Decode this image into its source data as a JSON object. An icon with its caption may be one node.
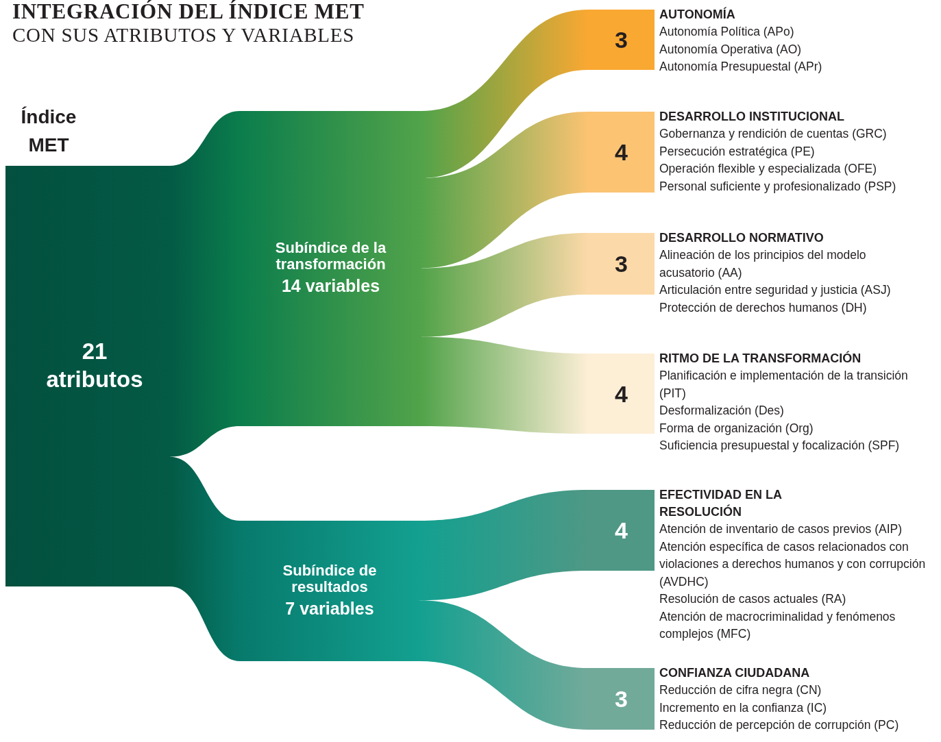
{
  "diagram": {
    "title": "INTEGRACIÓN DEL ÍNDICE MET",
    "nodes": [
      {
        "text": [
          "Índice MET",
          "21 atributos"
        ]
      },
      {
        "text": [
          "Subíndice de la transformación",
          "14 variables"
        ]
      },
      {
        "text": [
          "Subíndice de resultados",
          "7 variables"
        ]
      },
      {
        "text": [
          "3",
          "AUTONOMÍA"
        ],
        "beside": [
          "Autonomía Política (APo)",
          "Autonomía Operativa (AO)",
          "Autonomía Presupuestal (APr)"
        ]
      },
      {
        "text": [
          "4",
          "DESARROLLO INSTITUCIONAL"
        ],
        "beside": [
          "Gobernanza y rendición de cuentas (GRC)",
          "Persecución estratégica (PE)",
          "Operación flexible y especializada (OFE)",
          "Personal suficiente y profesionalizado (PSP)"
        ]
      },
      {
        "text": [
          "3",
          "DESARROLLO NORMATIVO"
        ],
        "beside": [
          "Alineación de los principios del modelo acusatorio (AA)",
          "Articulación entre seguridad y justicia (ASJ)",
          "Protección de derechos humanos (DH)"
        ]
      },
      {
        "text": [
          "4",
          "RITMO DE LA TRANSFORMACIÓN"
        ],
        "beside": [
          "Planificación e implementación de la transición (PIT)",
          "Desformalización (Des)",
          "Forma de organización (Org)",
          "Suficiencia presupuestal y focalización (SPF)"
        ]
      },
      {
        "text": [
          "4",
          "EFECTIVIDAD EN LA RESOLUCIÓN"
        ],
        "beside": [
          "Atención de inventario de casos previos (AIP)",
          "Atención específica de casos relacionados con violaciones a derechos humanos y con corrupción (AVDHC)",
          "Resolución de casos actuales (RA)",
          "Atención de macrocriminalidad y fenómenos complejos (MFC)"
        ]
      },
      {
        "text": [
          "3",
          "CONFIANZA CIUDADANA"
        ],
        "beside": [
          "Reducción de cifra negra (CN)",
          "Incremento en la confianza (IC)",
          "Reducción de percepción de corrupción (PC)"
        ]
      }
    ],
    "edges": [
      {
        "from": 0,
        "to": 1,
        "arrow": "none",
        "color": "#0b7d4c"
      },
      {
        "from": 0,
        "to": 2,
        "arrow": "none",
        "color": "#077a6c"
      },
      {
        "from": 1,
        "to": 3,
        "arrow": "none",
        "color": "#f9a832"
      },
      {
        "from": 1,
        "to": 4,
        "arrow": "none",
        "color": "#fbc372"
      },
      {
        "from": 1,
        "to": 5,
        "arrow": "none",
        "color": "#fcd9a8"
      },
      {
        "from": 1,
        "to": 6,
        "arrow": "none",
        "color": "#fdeed6"
      },
      {
        "from": 2,
        "to": 7,
        "arrow": "none",
        "color": "#4e9885"
      },
      {
        "from": 2,
        "to": 8,
        "arrow": "none",
        "color": "#72aa9a"
      }
    ],
    "labels": [
      "CON SUS ATRIBUTOS Y VARIABLES"
    ]
  }
}
